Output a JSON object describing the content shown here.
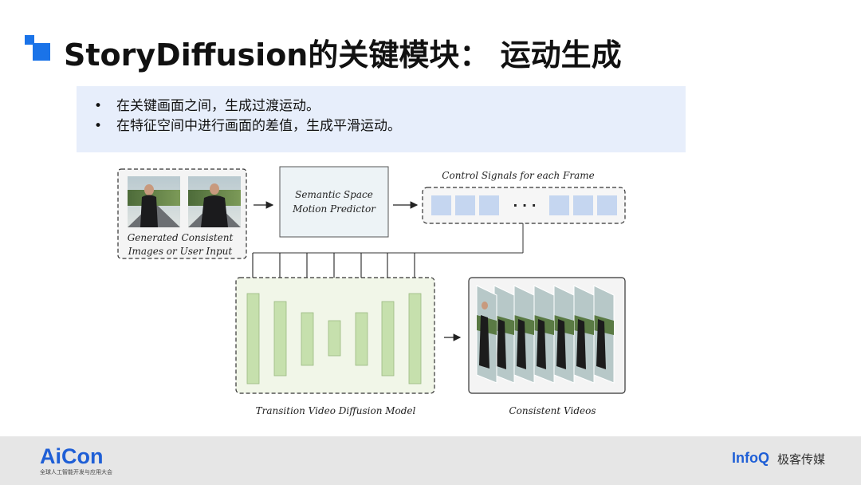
{
  "header": {
    "title": "StoryDiffusion的关键模块： 运动生成"
  },
  "bullets": [
    "在关键画面之间，生成过渡运动。",
    "在特征空间中进行画面的差值，生成平滑运动。"
  ],
  "diagram": {
    "input_label_line1": "Generated Consistent",
    "input_label_line2": "Images or User Input",
    "predictor_line1": "Semantic Space",
    "predictor_line2": "Motion Predictor",
    "control_title": "Control Signals for each Frame",
    "ellipsis": "· · ·",
    "model_label": "Transition Video Diffusion Model",
    "output_label": "Consistent Videos",
    "colors": {
      "signal_block": "#c5d6f0",
      "unet_block": "#c6e0ad",
      "model_bg": "#f1f6e8",
      "predictor_bg": "#edf3f6"
    }
  },
  "footer": {
    "aicon": "AiCon",
    "aicon_sub": "全球人工智能开发与应用大会",
    "infoq": "InfoQ",
    "jike": "极客传媒"
  }
}
